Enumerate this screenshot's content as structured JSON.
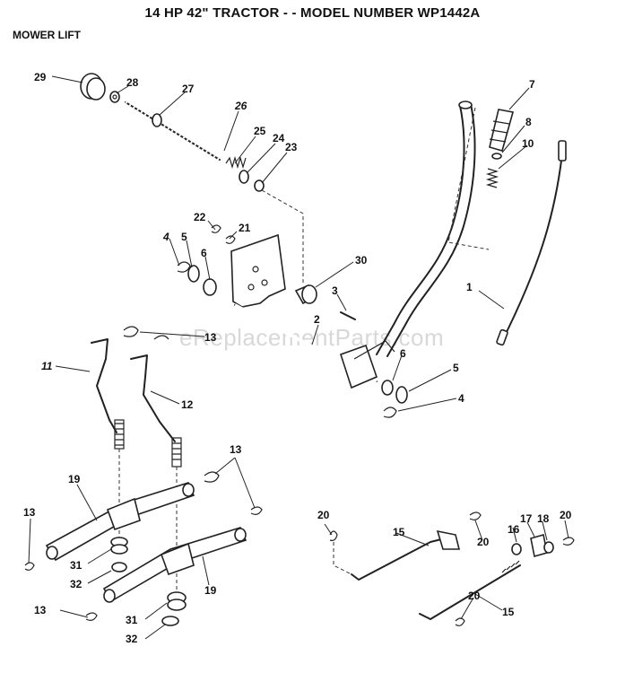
{
  "header": {
    "title": "14 HP 42\" TRACTOR - - MODEL NUMBER WP1442A",
    "subtitle": "MOWER LIFT"
  },
  "watermark": "eReplacementParts.com",
  "callouts": [
    {
      "id": "29",
      "text": "29"
    },
    {
      "id": "28",
      "text": "28"
    },
    {
      "id": "27",
      "text": "27"
    },
    {
      "id": "26",
      "text": "26"
    },
    {
      "id": "25",
      "text": "25"
    },
    {
      "id": "24",
      "text": "24"
    },
    {
      "id": "23",
      "text": "23"
    },
    {
      "id": "7",
      "text": "7"
    },
    {
      "id": "8",
      "text": "8"
    },
    {
      "id": "10",
      "text": "10"
    },
    {
      "id": "22",
      "text": "22"
    },
    {
      "id": "21",
      "text": "21"
    },
    {
      "id": "4a",
      "text": "4"
    },
    {
      "id": "5a",
      "text": "5"
    },
    {
      "id": "6a",
      "text": "6"
    },
    {
      "id": "30",
      "text": "30"
    },
    {
      "id": "3",
      "text": "3"
    },
    {
      "id": "1",
      "text": "1"
    },
    {
      "id": "2",
      "text": "2"
    },
    {
      "id": "13a",
      "text": "13"
    },
    {
      "id": "11",
      "text": "11"
    },
    {
      "id": "12",
      "text": "12"
    },
    {
      "id": "6b",
      "text": "6"
    },
    {
      "id": "5b",
      "text": "5"
    },
    {
      "id": "4b",
      "text": "4"
    },
    {
      "id": "13b",
      "text": "13"
    },
    {
      "id": "19a",
      "text": "19"
    },
    {
      "id": "13c",
      "text": "13"
    },
    {
      "id": "31a",
      "text": "31"
    },
    {
      "id": "32a",
      "text": "32"
    },
    {
      "id": "19b",
      "text": "19"
    },
    {
      "id": "13d",
      "text": "13"
    },
    {
      "id": "31b",
      "text": "31"
    },
    {
      "id": "32b",
      "text": "32"
    },
    {
      "id": "20a",
      "text": "20"
    },
    {
      "id": "15a",
      "text": "15"
    },
    {
      "id": "20b",
      "text": "20"
    },
    {
      "id": "16",
      "text": "16"
    },
    {
      "id": "17",
      "text": "17"
    },
    {
      "id": "18",
      "text": "18"
    },
    {
      "id": "20c",
      "text": "20"
    },
    {
      "id": "20d",
      "text": "20"
    },
    {
      "id": "15b",
      "text": "15"
    }
  ]
}
